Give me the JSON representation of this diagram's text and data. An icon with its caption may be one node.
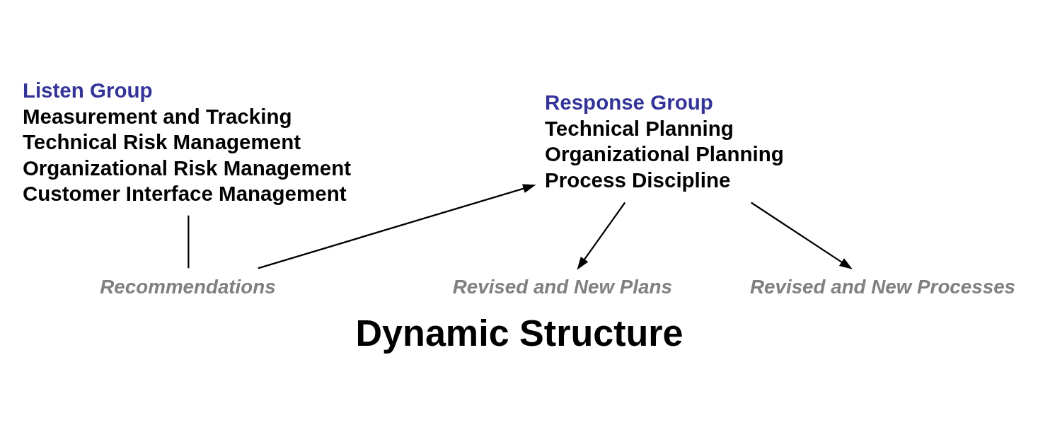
{
  "diagram": {
    "caption": "Dynamic Structure",
    "nodes": [
      {
        "text": [
          "Listen Group",
          "Measurement and Tracking",
          "Technical Risk Management",
          "Organizational Risk Management",
          "Customer Interface Management"
        ]
      },
      {
        "text": [
          "Recommendations"
        ]
      },
      {
        "text": [
          "Response Group",
          "Technical Planning",
          "Organizational Planning",
          "Process Discipline"
        ]
      },
      {
        "text": [
          "Revised and New Plans"
        ]
      },
      {
        "text": [
          "Revised and New Processes"
        ]
      }
    ],
    "edges": [
      {
        "from": 0,
        "to": 1,
        "arrow": "none"
      },
      {
        "from": 1,
        "to": 2,
        "arrow": "to"
      },
      {
        "from": 2,
        "to": 3,
        "arrow": "to"
      },
      {
        "from": 2,
        "to": 4,
        "arrow": "to"
      }
    ]
  }
}
